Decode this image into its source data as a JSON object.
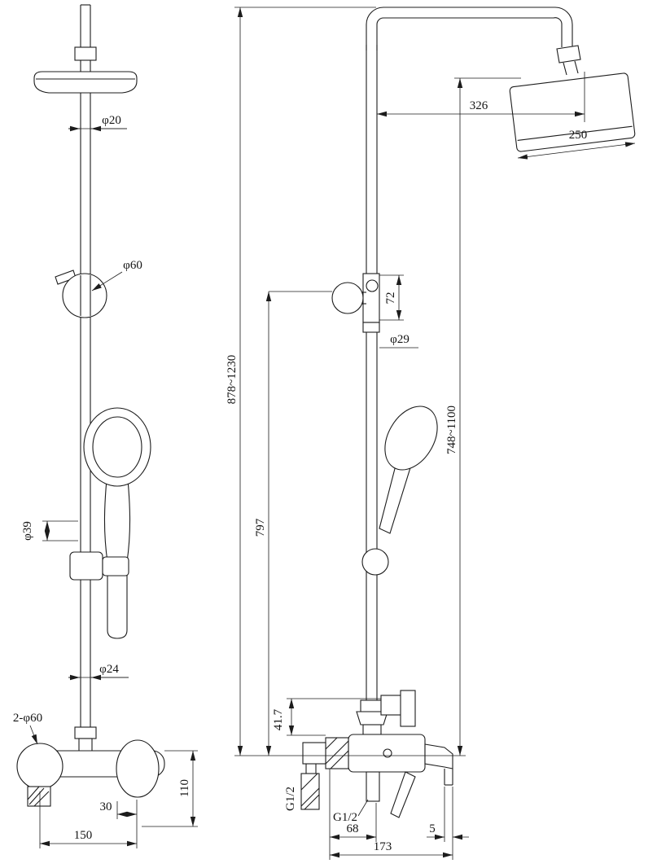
{
  "drawing": {
    "front": {
      "phi20": "φ20",
      "phi60": "φ60",
      "phi39": "φ39",
      "phi24": "φ24",
      "two_phi60": "2-φ60",
      "d30": "30",
      "d150": "150",
      "d110": "110"
    },
    "side": {
      "d326": "326",
      "d250": "250",
      "d72": "72",
      "phi29": "φ29",
      "range_total": "878~1230",
      "d797": "797",
      "range_head": "748~1100",
      "d41_7": "41.7",
      "g12_wall": "G1/2",
      "g12_bottom": "G1/2",
      "d68": "68",
      "d5": "5",
      "d173": "173"
    }
  }
}
